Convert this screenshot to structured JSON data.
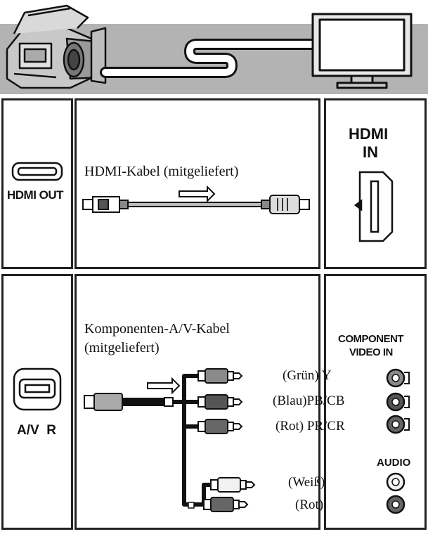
{
  "hdmi_section": {
    "camera_port_label": "HDMI OUT",
    "cable_label": "HDMI-Kabel (mitgeliefert)",
    "tv_port_label_line1": "HDMI",
    "tv_port_label_line2": "IN"
  },
  "component_section": {
    "camera_port_label": "A/V  R",
    "cable_label_line1": "Komponenten-A/V-Kabel",
    "cable_label_line2": "(mitgeliefert)",
    "plugs": [
      {
        "label": "(Grün) Y",
        "color": "#8a8a8a"
      },
      {
        "label": "(Blau)PB/CB",
        "color": "#555555"
      },
      {
        "label": "(Rot) PR/CR",
        "color": "#666666"
      },
      {
        "label": "(Weiß)",
        "color": "#f2f2f2"
      },
      {
        "label": "(Rot)",
        "color": "#666666"
      }
    ],
    "tv_video_label_line1": "COMPONENT",
    "tv_video_label_line2": "VIDEO IN",
    "tv_audio_label": "AUDIO"
  },
  "colors": {
    "header_band": "#b3b3b3",
    "panel_border": "#222222"
  }
}
